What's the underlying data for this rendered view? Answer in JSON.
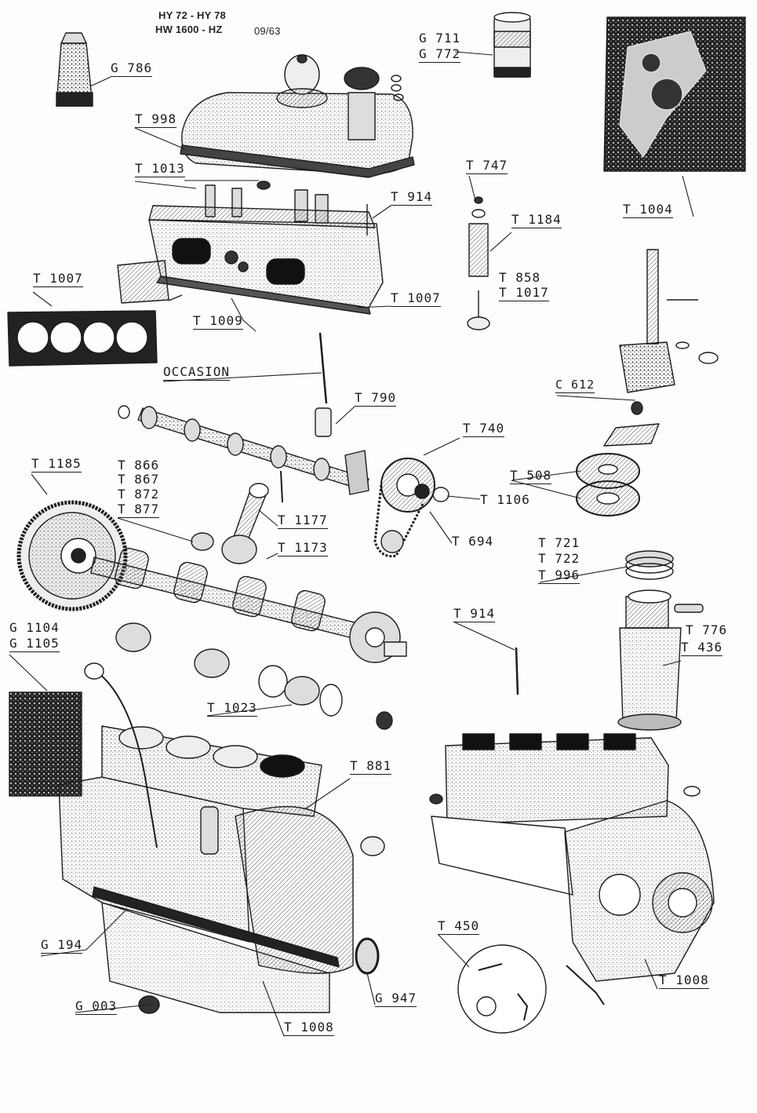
{
  "header": {
    "models_line1": "HY 72 - HY 78",
    "models_line2": "HW 1600 - HZ",
    "date": "09/63"
  },
  "callouts": {
    "g786": "G 786",
    "t998": "T 998",
    "g711": "G 711",
    "g772": "G 772",
    "t1013": "T 1013",
    "t914_top": "T 914",
    "t747": "T 747",
    "t1184": "T 1184",
    "t1004": "T 1004",
    "t1007_left": "T 1007",
    "t1007_right": "T 1007",
    "t1009": "T 1009",
    "t858": "T 858",
    "t1017": "T 1017",
    "occasion": "OCCASION",
    "t790": "T 790",
    "c612": "C 612",
    "t740": "T 740",
    "t1185": "T 1185",
    "t866": "T 866",
    "t867": "T 867",
    "t872": "T 872",
    "t877": "T 877",
    "t508": "T 508",
    "t1106": "T 1106",
    "t1177": "T 1177",
    "t694": "T 694",
    "t1173": "T 1173",
    "t721": "T 721",
    "t722": "T 722",
    "t996": "T 996",
    "t914_mid": "T 914",
    "g1104": "G 1104",
    "g1105": "G 1105",
    "t776": "T 776",
    "t436": "T 436",
    "t1023": "T 1023",
    "t881": "T 881",
    "t450": "T 450",
    "g194": "G 194",
    "t1008_right": "T 1008",
    "g947": "G 947",
    "g003": "G 003",
    "t1008_bottom": "T 1008"
  },
  "colors": {
    "ink": "#1c1c1c",
    "paper": "#fdfdfb",
    "shade": "#6b6b6b",
    "dark": "#2a2a2a"
  }
}
